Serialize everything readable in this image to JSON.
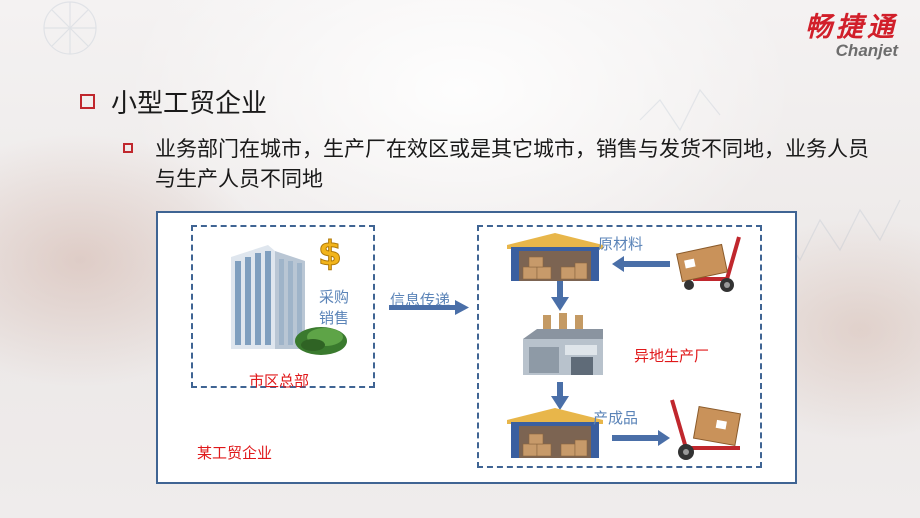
{
  "brand": {
    "name_cn": "畅捷通",
    "name_en": "Chanjet",
    "color": "#d11f2a"
  },
  "heading": "小型工贸企业",
  "bullet": "业务部门在城市，生产厂在效区或是其它城市，销售与发货不同地，业务人员与生产人员不同地",
  "diagram": {
    "purchase": "采购",
    "sales": "销售",
    "hq": "市区总部",
    "info": "信息传递",
    "raw": "原材料",
    "factory": "异地生产厂",
    "product": "产成品",
    "company": "某工贸企业"
  },
  "icons": [
    "office-building-icon",
    "dollar-icon",
    "money-pile-icon",
    "warehouse-icon",
    "hand-truck-icon",
    "factory-icon",
    "arrow-right-icon",
    "arrow-left-icon",
    "arrow-down-icon"
  ],
  "colors": {
    "accent_red": "#c0272d",
    "frame_blue": "#3f6493",
    "arrow_blue": "#4a6fa8"
  }
}
